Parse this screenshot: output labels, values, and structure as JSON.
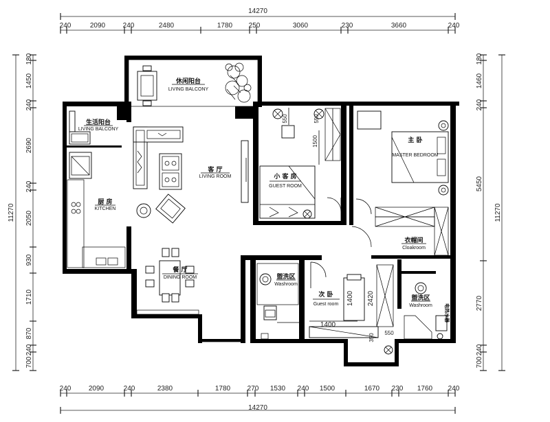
{
  "dimensions": {
    "top_total": "14270",
    "top_segments": [
      "240",
      "2090",
      "240",
      "2480",
      "1780",
      "250",
      "3060",
      "230",
      "3660",
      "240"
    ],
    "bottom_total": "14270",
    "bottom_segments": [
      "240",
      "2090",
      "240",
      "2380",
      "1780",
      "270",
      "1530",
      "240",
      "1500",
      "1670",
      "230",
      "1760",
      "240"
    ],
    "left_total": "11270",
    "left_segments": [
      "180",
      "1450",
      "240",
      "2690",
      "240",
      "2050",
      "930",
      "1710",
      "870",
      "240",
      "700"
    ],
    "right_total": "11270",
    "right_segments": [
      "180",
      "1460",
      "240",
      "5450",
      "2770",
      "240",
      "700"
    ],
    "inner": [
      "550",
      "550",
      "1500",
      "1400",
      "2420",
      "1400",
      "350",
      "550"
    ]
  },
  "rooms": {
    "living_balcony": {
      "cn": "休闲阳台",
      "en": "LIVING BALCONY"
    },
    "service_balcony": {
      "cn": "生活阳台",
      "en": "LIVING BALCONY"
    },
    "living_room": {
      "cn": "客 厅",
      "en": "LIVING ROOM"
    },
    "kitchen": {
      "cn": "厨 房",
      "en": "KITCHEN"
    },
    "dining_room": {
      "cn": "餐 厅",
      "en": "DINING ROOM"
    },
    "small_guest": {
      "cn": "小 客 房",
      "en": "GUEST ROOM"
    },
    "master": {
      "cn": "主 卧",
      "en": "MASTER BEDROOM"
    },
    "cloakroom": {
      "cn": "衣帽间",
      "en": "Cloakroom"
    },
    "washroom1": {
      "cn": "盥洗区",
      "en": "Washroom"
    },
    "second_bedroom": {
      "cn": "次 卧",
      "en": "Guest room"
    },
    "washroom2": {
      "cn": "盥洗区",
      "en": "Washroom"
    },
    "water_heater": {
      "cn": "电热水器"
    }
  }
}
